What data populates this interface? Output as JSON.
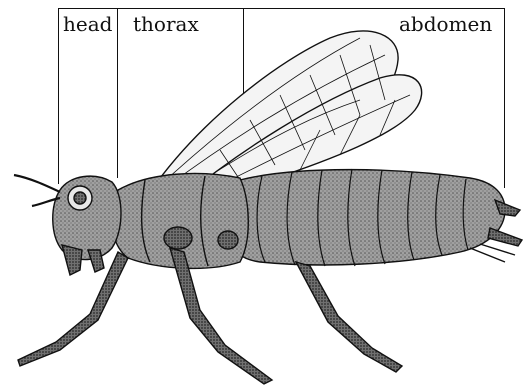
{
  "diagram": {
    "labels": {
      "head": "head",
      "thorax": "thorax",
      "abdomen": "abdomen"
    },
    "colors": {
      "ink": "#111111",
      "body_fill": "#8e8e8e",
      "wing_fill": "#f2f2f2",
      "background": "#ffffff"
    }
  }
}
